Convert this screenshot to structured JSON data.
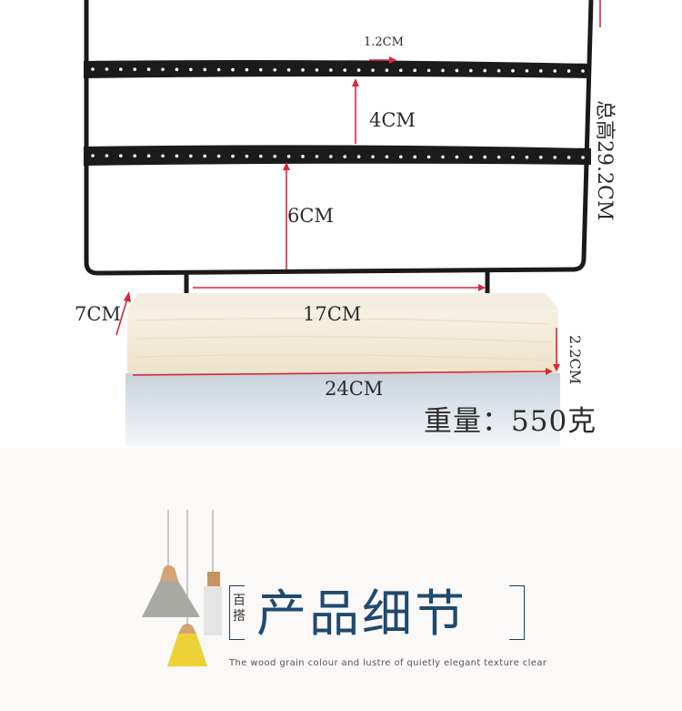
{
  "dimensions": {
    "hole_spacing": "1.2CM",
    "bar_gap": "4CM",
    "bottom_gap": "6CM",
    "base_depth": "7CM",
    "leg_span": "17CM",
    "base_width": "24CM",
    "base_height": "2.2CM",
    "total_height": "总高29.2CM",
    "weight": "重量：550克"
  },
  "section": {
    "small_label": "百搭",
    "title": "产品细节",
    "subtitle": "The wood grain colour and lustre of quietly elegant texture clear"
  },
  "colors": {
    "arrow": "#d9263a",
    "frame": "#1a1a1a",
    "wood": "#f1ead6",
    "title": "#1f4a6e"
  },
  "icons": [
    "pendant-lamp-grey-icon",
    "pendant-lamp-white-icon",
    "pendant-lamp-yellow-icon"
  ]
}
